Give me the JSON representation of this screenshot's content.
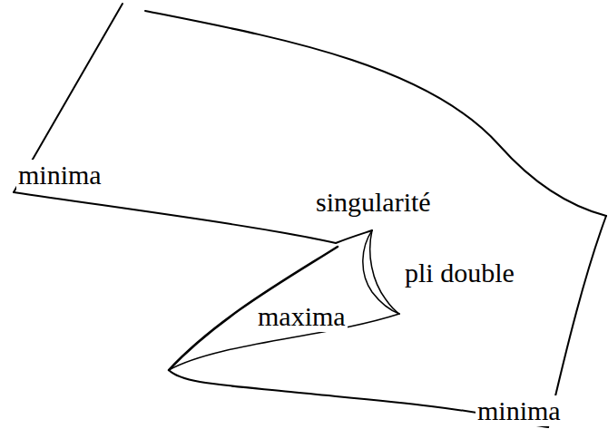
{
  "diagram": {
    "labels": [
      "minima",
      "singularité",
      "pli double",
      "maxima",
      "minima"
    ]
  }
}
